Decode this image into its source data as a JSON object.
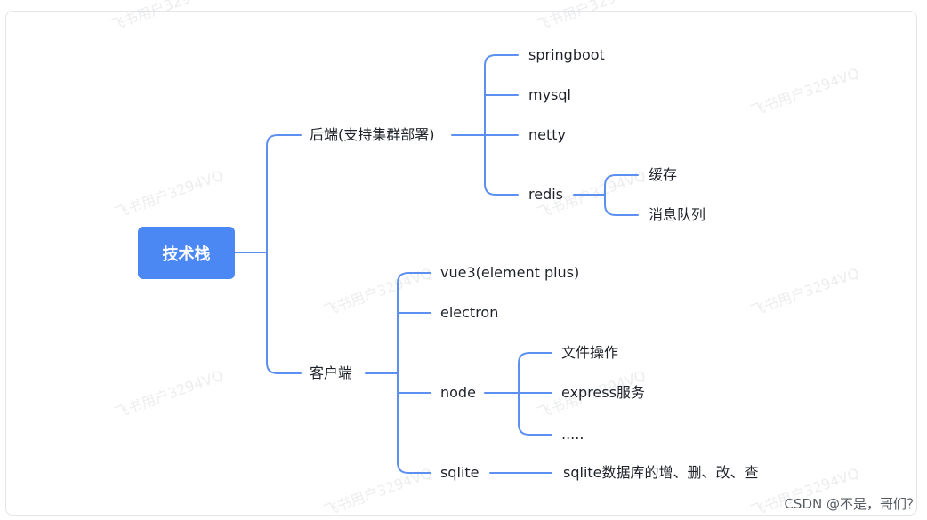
{
  "root": {
    "label": "技术栈"
  },
  "backend": {
    "label": "后端(支持集群部署)",
    "children": [
      "springboot",
      "mysql",
      "netty",
      "redis"
    ],
    "redis_children": [
      "缓存",
      "消息队列"
    ]
  },
  "client": {
    "label": "客户端",
    "children": [
      "vue3(element plus)",
      "electron",
      "node",
      "sqlite"
    ],
    "node_children": [
      "文件操作",
      "express服务",
      "....."
    ],
    "sqlite_children": [
      "sqlite数据库的增、删、改、查"
    ]
  },
  "watermark": "飞书用户3294VQ",
  "credit": "CSDN @不是，哥们？",
  "colors": {
    "line": "#5b8ff0",
    "root_bg": "#4c88f4"
  }
}
